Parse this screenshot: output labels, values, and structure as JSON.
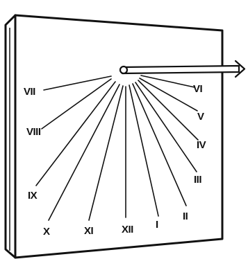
{
  "colors": {
    "ink": "#111111",
    "background": "#ffffff",
    "gnomon_fill": "#ffffff"
  },
  "hour_numerals": [
    {
      "key": "VII",
      "label": "VII"
    },
    {
      "key": "VIII",
      "label": "VIII"
    },
    {
      "key": "IX",
      "label": "IX"
    },
    {
      "key": "X",
      "label": "X"
    },
    {
      "key": "XI",
      "label": "XI"
    },
    {
      "key": "XII",
      "label": "XII"
    },
    {
      "key": "I",
      "label": "I"
    },
    {
      "key": "II",
      "label": "II"
    },
    {
      "key": "III",
      "label": "III"
    },
    {
      "key": "IV",
      "label": "IV"
    },
    {
      "key": "V",
      "label": "V"
    },
    {
      "key": "VI",
      "label": "VI"
    }
  ]
}
